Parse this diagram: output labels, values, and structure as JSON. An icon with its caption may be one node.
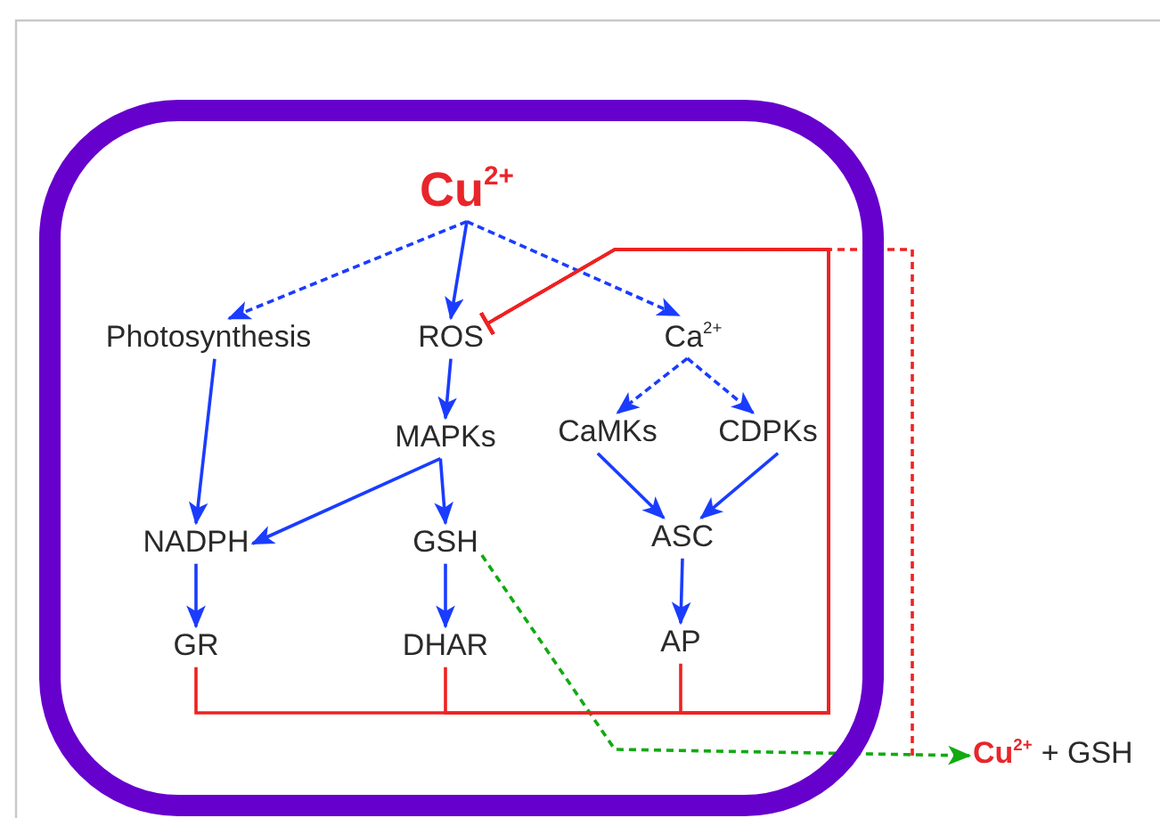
{
  "diagram": {
    "nodes": [
      {
        "text": [],
        "shape": "box"
      },
      {
        "text": [
          "Cu$^{2+}$"
        ],
        "in": 0
      },
      {
        "text": [
          "Photosynthesis"
        ],
        "in": 0
      },
      {
        "text": [
          "ROS"
        ],
        "in": 0
      },
      {
        "text": [
          "Ca$^{2+}$"
        ],
        "in": 0
      },
      {
        "text": [
          "MAPKs"
        ],
        "in": 0
      },
      {
        "text": [
          "CaMKs"
        ],
        "in": 0
      },
      {
        "text": [
          "CDPKs"
        ],
        "in": 0
      },
      {
        "text": [
          "NADPH"
        ],
        "in": 0
      },
      {
        "text": [
          "GSH"
        ],
        "in": 0
      },
      {
        "text": [
          "ASC"
        ],
        "in": 0
      },
      {
        "text": [
          "GR"
        ],
        "in": 0
      },
      {
        "text": [
          "DHAR"
        ],
        "in": 0
      },
      {
        "text": [
          "AP"
        ],
        "in": 0
      },
      {
        "text": [
          "Cu$^{2+}$",
          "+ GSH"
        ]
      }
    ],
    "edges": [
      {
        "from": 1,
        "to": 2,
        "arrow": "to",
        "style": "dashed"
      },
      {
        "from": 1,
        "to": 3,
        "arrow": "to"
      },
      {
        "from": 1,
        "to": 4,
        "arrow": "to",
        "style": "dashed"
      },
      {
        "from": 4,
        "to": 6,
        "arrow": "to",
        "style": "dashed"
      },
      {
        "from": 4,
        "to": 7,
        "arrow": "to",
        "style": "dashed"
      },
      {
        "from": 2,
        "to": 8,
        "arrow": "to"
      },
      {
        "from": 3,
        "to": 5,
        "arrow": "to"
      },
      {
        "from": 5,
        "to": 8,
        "arrow": "to"
      },
      {
        "from": 5,
        "to": 9,
        "arrow": "to"
      },
      {
        "from": 6,
        "to": 10,
        "arrow": "to"
      },
      {
        "from": 7,
        "to": 10,
        "arrow": "to"
      },
      {
        "from": 8,
        "to": 11,
        "arrow": "to"
      },
      {
        "from": 9,
        "to": 12,
        "arrow": "to"
      },
      {
        "from": 10,
        "to": 13,
        "arrow": "to"
      },
      {
        "from": 9,
        "to": 14,
        "arrow": "to",
        "style": "dashed",
        "color": "#11aa11"
      },
      {
        "from": 11,
        "to": 3,
        "arrow": "other",
        "color": "#ee2222"
      },
      {
        "from": 12,
        "to": 3,
        "arrow": "other",
        "color": "#ee2222"
      },
      {
        "from": 13,
        "to": 3,
        "arrow": "other",
        "color": "#ee2222"
      },
      {
        "from": 14,
        "to": 3,
        "arrow": "other",
        "style": "dashed",
        "color": "#ee2222"
      }
    ]
  }
}
